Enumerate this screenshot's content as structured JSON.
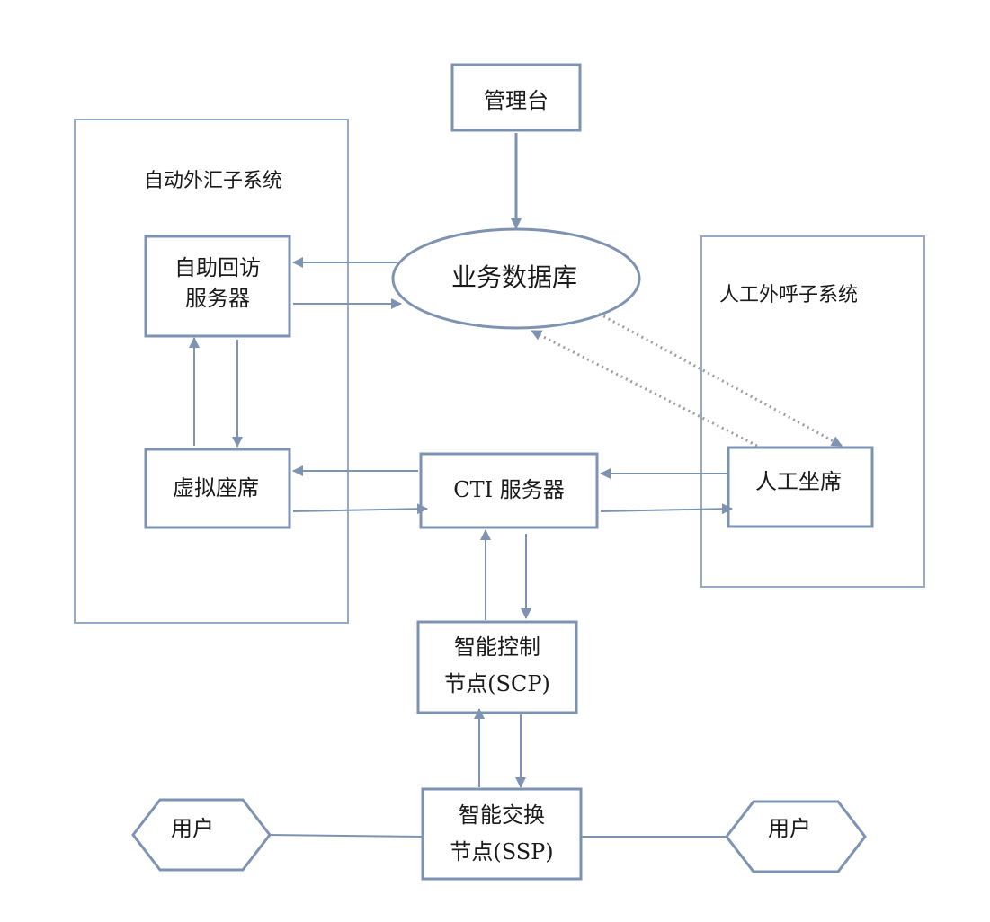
{
  "colors": {
    "box_stroke": "#7e93b2",
    "group_stroke": "#98a9c4",
    "arrow": "#7e93b2",
    "dotted_arrow": "#9e9e9e",
    "text": "#1a1a1a",
    "background": "#ffffff"
  },
  "groups": {
    "auto_callout": {
      "label": "自动外汇子系统"
    },
    "manual_callout": {
      "label": "人工外呼子系统"
    }
  },
  "nodes": {
    "management_console": {
      "label": "管理台"
    },
    "business_database": {
      "label": "业务数据库"
    },
    "self_service_callback_server": {
      "line1": "自助回访",
      "line2": "服务器"
    },
    "virtual_agent": {
      "label": "虚拟座席"
    },
    "cti_server": {
      "label": "CTI 服务器"
    },
    "human_agent": {
      "label": "人工坐席"
    },
    "scp_node": {
      "line1": "智能控制",
      "line2": "节点(SCP)"
    },
    "ssp_node": {
      "line1": "智能交换",
      "line2": "节点(SSP)"
    },
    "user_left": {
      "label": "用户"
    },
    "user_right": {
      "label": "用户"
    }
  }
}
